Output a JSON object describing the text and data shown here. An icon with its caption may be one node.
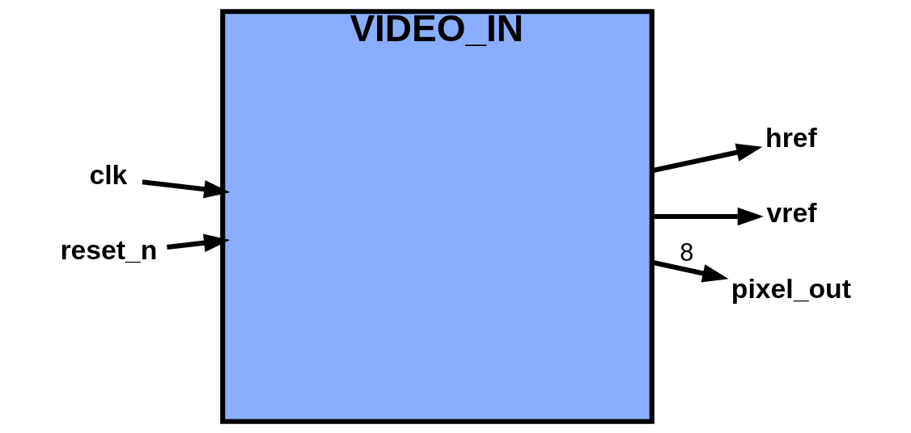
{
  "diagram": {
    "nodes": [
      {
        "text": [
          "VIDEO_IN"
        ]
      },
      {
        "text": [
          "clk"
        ]
      },
      {
        "text": [
          "reset_n"
        ]
      },
      {
        "text": [
          "href"
        ]
      },
      {
        "text": [
          "vref"
        ]
      },
      {
        "text": [
          "pixel_out"
        ]
      }
    ],
    "edges": [
      {
        "from": 1,
        "to": 0,
        "arrow": "to"
      },
      {
        "from": 2,
        "to": 0,
        "arrow": "to"
      },
      {
        "from": 0,
        "to": 3,
        "arrow": "to"
      },
      {
        "from": 0,
        "to": 4,
        "arrow": "to"
      },
      {
        "from": 0,
        "to": 5,
        "arrow": "to",
        "label": "8"
      }
    ]
  }
}
